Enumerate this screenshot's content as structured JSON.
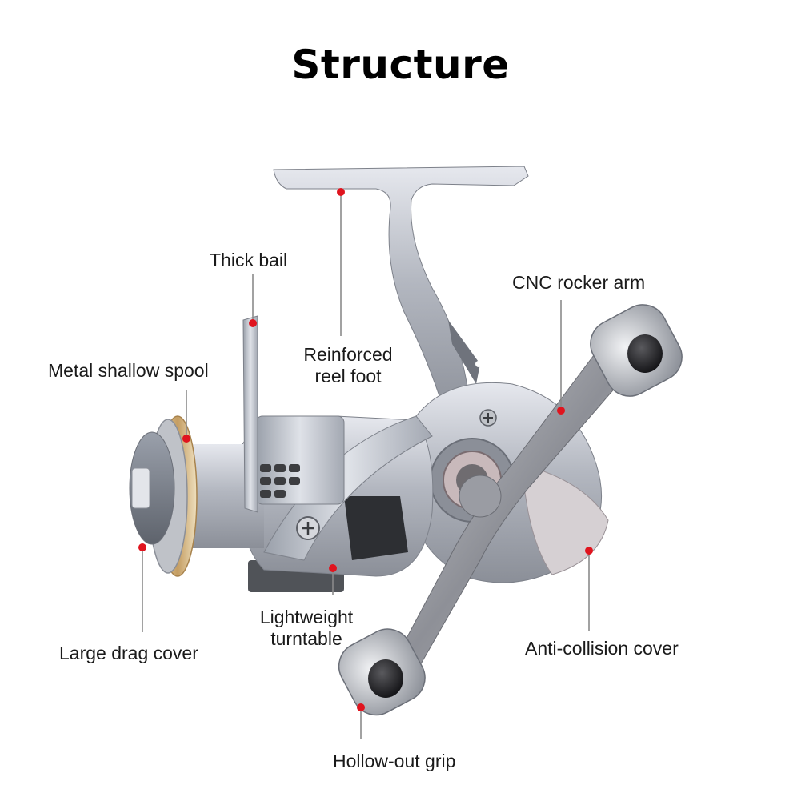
{
  "title": "Structure",
  "labels": {
    "thick_bail": "Thick bail",
    "reinforced_reel_foot_line1": "Reinforced",
    "reinforced_reel_foot_line2": "reel foot",
    "cnc_rocker_arm": "CNC rocker arm",
    "metal_shallow_spool": "Metal shallow spool",
    "lightweight_turntable_line1": "Lightweight",
    "lightweight_turntable_line2": "turntable",
    "large_drag_cover": "Large drag cover",
    "anti_collision_cover": "Anti-collision cover",
    "hollow_out_grip": "Hollow-out grip"
  },
  "colors": {
    "marker": "#e0141e",
    "leader_line": "#8a8a8a",
    "reel_silver": "#b9bcc4",
    "spool_gold": "#c9a874"
  }
}
